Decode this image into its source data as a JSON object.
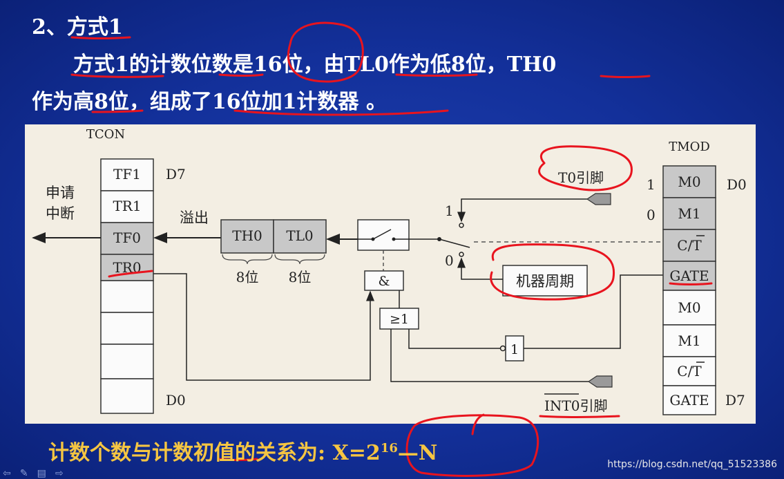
{
  "slide": {
    "title": "2、方式1",
    "para_line1": "方式1的计数位数是16位，由TL0作为低8位，TH0",
    "para_line2": "作为高8位，组成了16位加1计数器 。",
    "formula_prefix": "计数个数与计数初值的关系为: X=2",
    "formula_exp": "16",
    "formula_suffix": "—N",
    "watermark": "https://blog.csdn.net/qq_51523386",
    "colors": {
      "background": "#13309a",
      "panel": "#f3eee3",
      "formula": "#f5c542",
      "annotation": "#e8141e",
      "register_gray": "#c8c8c8"
    }
  },
  "diagram": {
    "tcon": {
      "title": "TCON",
      "bits": [
        "TF1",
        "TR1",
        "TF0",
        "TR0",
        "",
        "",
        "",
        ""
      ],
      "d7": "D7",
      "d0": "D0"
    },
    "tmod": {
      "title": "TMOD",
      "bits": [
        "M0",
        "M1",
        "C/T",
        "GATE",
        "M0",
        "M1",
        "C/T",
        "GATE"
      ],
      "d0": "D0",
      "d7": "D7"
    },
    "interrupt_label_1": "申请",
    "interrupt_label_2": "中断",
    "overflow": "溢出",
    "th0": "TH0",
    "tl0": "TL0",
    "bits_th0": "8位",
    "bits_tl0": "8位",
    "t0_pin": "T0引脚",
    "machine_cycle": "机器周期",
    "int0_pin": "INT0引脚",
    "and_gate": "&",
    "or_gate": "≥1",
    "not_gate": "1",
    "mux_1": "1",
    "mux_0": "0",
    "sel_1": "1",
    "sel_0": "0"
  }
}
